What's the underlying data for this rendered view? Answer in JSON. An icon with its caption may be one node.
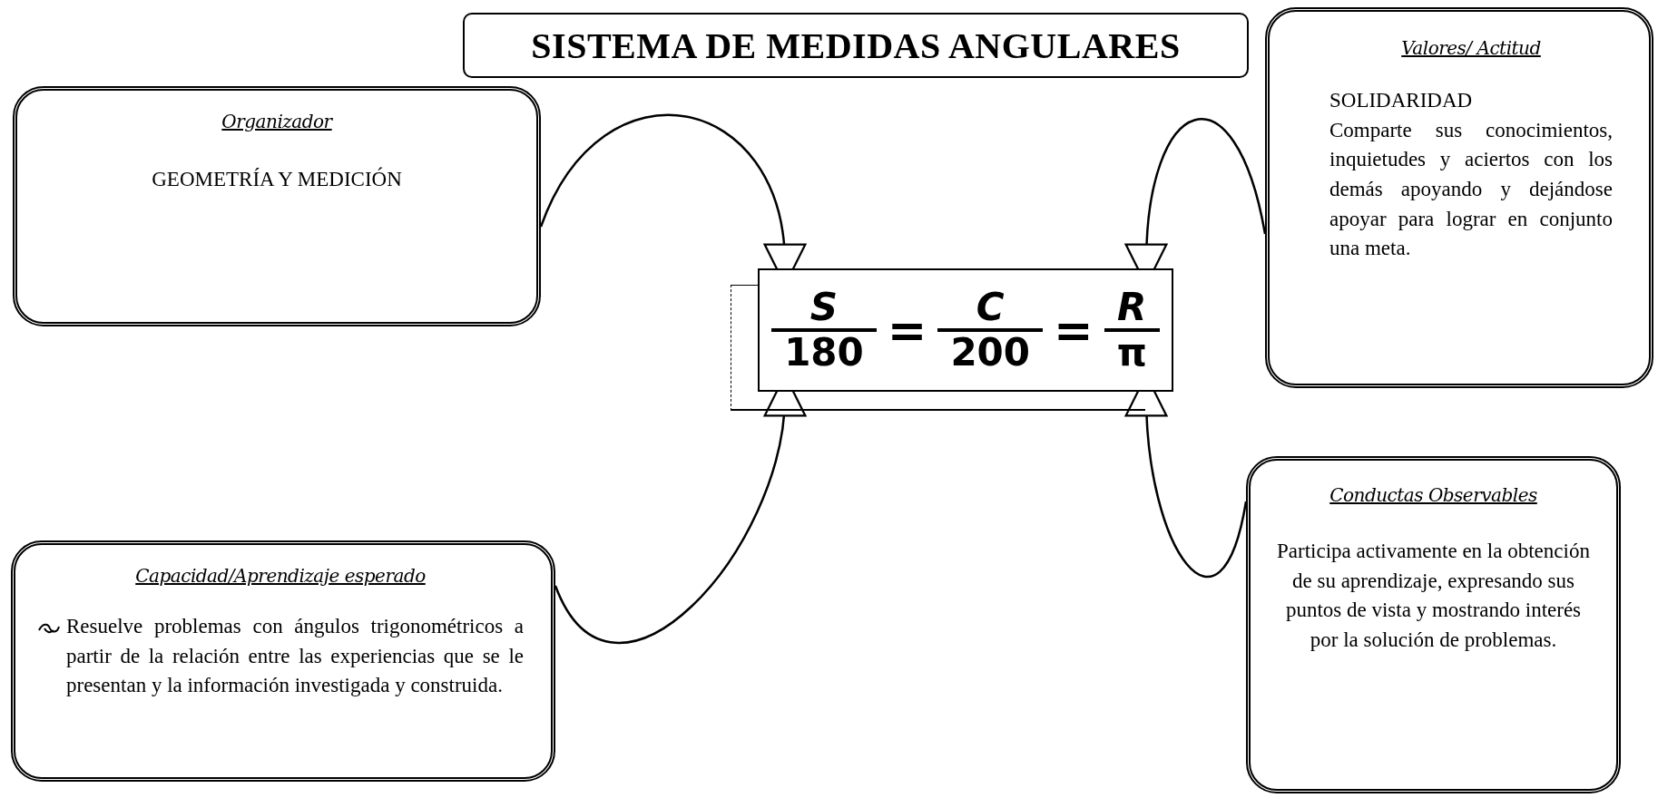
{
  "diagram": {
    "title": "SISTEMA DE MEDIDAS ANGULARES",
    "nodes": [
      {
        "text": [
          "Organizador",
          "GEOMETRÍA Y MEDICIÓN"
        ]
      },
      {
        "text": [
          "Valores/ Actitud",
          "SOLIDARIDAD",
          "Comparte sus conocimientos, inquietudes y aciertos con los demás apoyando y dejándose apoyar para lograr en conjunto una meta."
        ]
      },
      {
        "text": [
          "S",
          "180",
          "=",
          "C",
          "200",
          "=",
          "R",
          "π"
        ]
      },
      {
        "text": [
          "Capacidad/Aprendizaje esperado",
          "Resuelve problemas con ángulos trigonométricos a partir de la relación entre las experiencias que se le presentan y la información investigada y construida."
        ]
      },
      {
        "text": [
          "Conductas Observables",
          "Participa activamente en la obtención de su aprendizaje, expresando sus puntos de vista y mostrando interés por la solución de problemas."
        ]
      }
    ],
    "edges": [
      {
        "from": 0,
        "to": 2,
        "arrow": "to"
      },
      {
        "from": 1,
        "to": 2,
        "arrow": "to"
      },
      {
        "from": 3,
        "to": 2,
        "arrow": "to"
      },
      {
        "from": 4,
        "to": 2,
        "arrow": "to"
      }
    ]
  }
}
